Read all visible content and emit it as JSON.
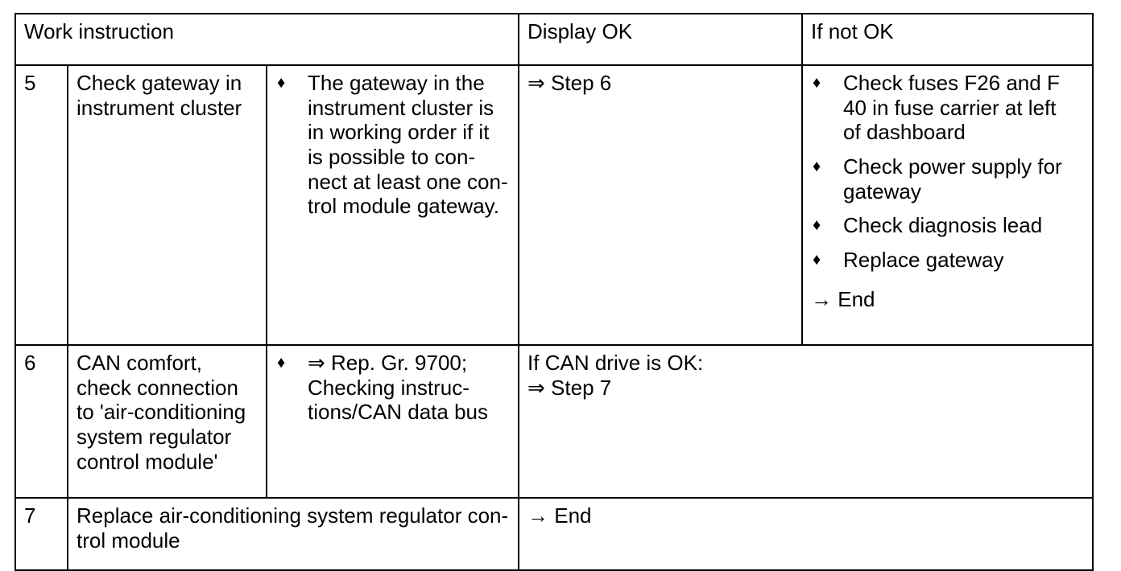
{
  "table": {
    "headers": {
      "work_instruction": "Work instruction",
      "display_ok": "Display OK",
      "if_not_ok": "If not OK"
    },
    "rows": [
      {
        "step": "5",
        "task_lines": [
          "Check gateway in",
          "instrument cluster"
        ],
        "detail_bullets": [
          {
            "marker": "♦",
            "lines": [
              "The gateway in the",
              "instrument cluster is",
              "in working order if it",
              "is possible to con-",
              "nect at least one con-",
              "trol module gateway."
            ]
          }
        ],
        "display_ok_lines": [
          "⇒ Step 6"
        ],
        "if_not_ok_bullets": [
          {
            "marker": "♦",
            "lines": [
              "Check fuses F26 and F",
              "40 in fuse carrier at left",
              "of dashboard"
            ]
          },
          {
            "marker": "♦",
            "lines": [
              "Check power supply for",
              "gateway"
            ]
          },
          {
            "marker": "♦",
            "lines": [
              "Check diagnosis lead"
            ]
          },
          {
            "marker": "♦",
            "lines": [
              "Replace gateway"
            ]
          }
        ],
        "if_not_ok_end": "→ End"
      },
      {
        "step": "6",
        "task_lines": [
          "CAN comfort,",
          "check connection",
          "to 'air-conditioning",
          "system regulator",
          "control module'"
        ],
        "detail_bullets": [
          {
            "marker": "♦",
            "lines": [
              "⇒ Rep. Gr. 9700;",
              "Checking instruc-",
              "tions/CAN data bus"
            ]
          }
        ],
        "display_ok_lines": [
          "If CAN drive is OK:",
          "⇒ Step 7"
        ],
        "if_not_ok_bullets": [],
        "if_not_ok_end": ""
      },
      {
        "step": "7",
        "task_lines": [
          "Replace air-conditioning system regulator con-",
          "trol module"
        ],
        "detail_bullets": [],
        "display_ok_lines": [
          "→ End"
        ],
        "if_not_ok_bullets": [],
        "if_not_ok_end": ""
      }
    ]
  },
  "colors": {
    "border": "#000000",
    "text": "#000000",
    "background": "#ffffff"
  }
}
